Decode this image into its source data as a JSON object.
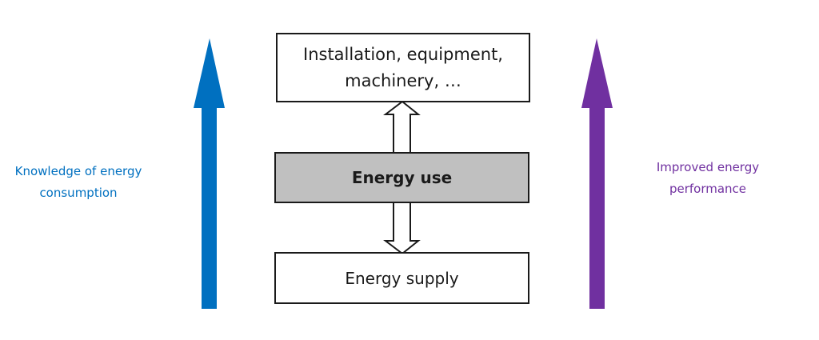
{
  "diagram": {
    "boxes": {
      "top": "Installation, equipment,\nmachinery, …",
      "middle": "Energy use",
      "bottom": "Energy supply"
    },
    "left_axis": {
      "label_line1": "Knowledge of energy",
      "label_line2": "consumption",
      "color": "#0070c0",
      "direction": "up"
    },
    "right_axis": {
      "label_line1": "Improved energy",
      "label_line2": "performance",
      "color": "#7030a0",
      "direction": "up"
    },
    "connectors": [
      {
        "from": "Energy use",
        "to": "Installation, equipment, machinery, …",
        "style": "hollow-arrow"
      },
      {
        "from": "Energy use",
        "to": "Energy supply",
        "style": "hollow-arrow"
      }
    ]
  }
}
